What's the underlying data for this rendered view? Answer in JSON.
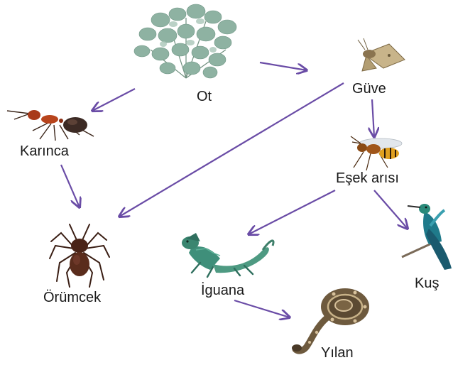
{
  "diagram": {
    "organisms": {
      "ot": "Ot",
      "guve": "Güve",
      "karinca": "Karınca",
      "esek_arisi": "Eşek arısı",
      "orumcek": "Örümcek",
      "iguana": "İguana",
      "kus": "Kuş",
      "yilan": "Yılan"
    },
    "arrow_color": "#6a4ca6",
    "links": [
      [
        "ot",
        "guve"
      ],
      [
        "ot",
        "karinca"
      ],
      [
        "guve",
        "esek_arisi"
      ],
      [
        "guve",
        "orumcek"
      ],
      [
        "karinca",
        "orumcek"
      ],
      [
        "esek_arisi",
        "iguana"
      ],
      [
        "esek_arisi",
        "kus"
      ],
      [
        "iguana",
        "yilan"
      ]
    ]
  }
}
